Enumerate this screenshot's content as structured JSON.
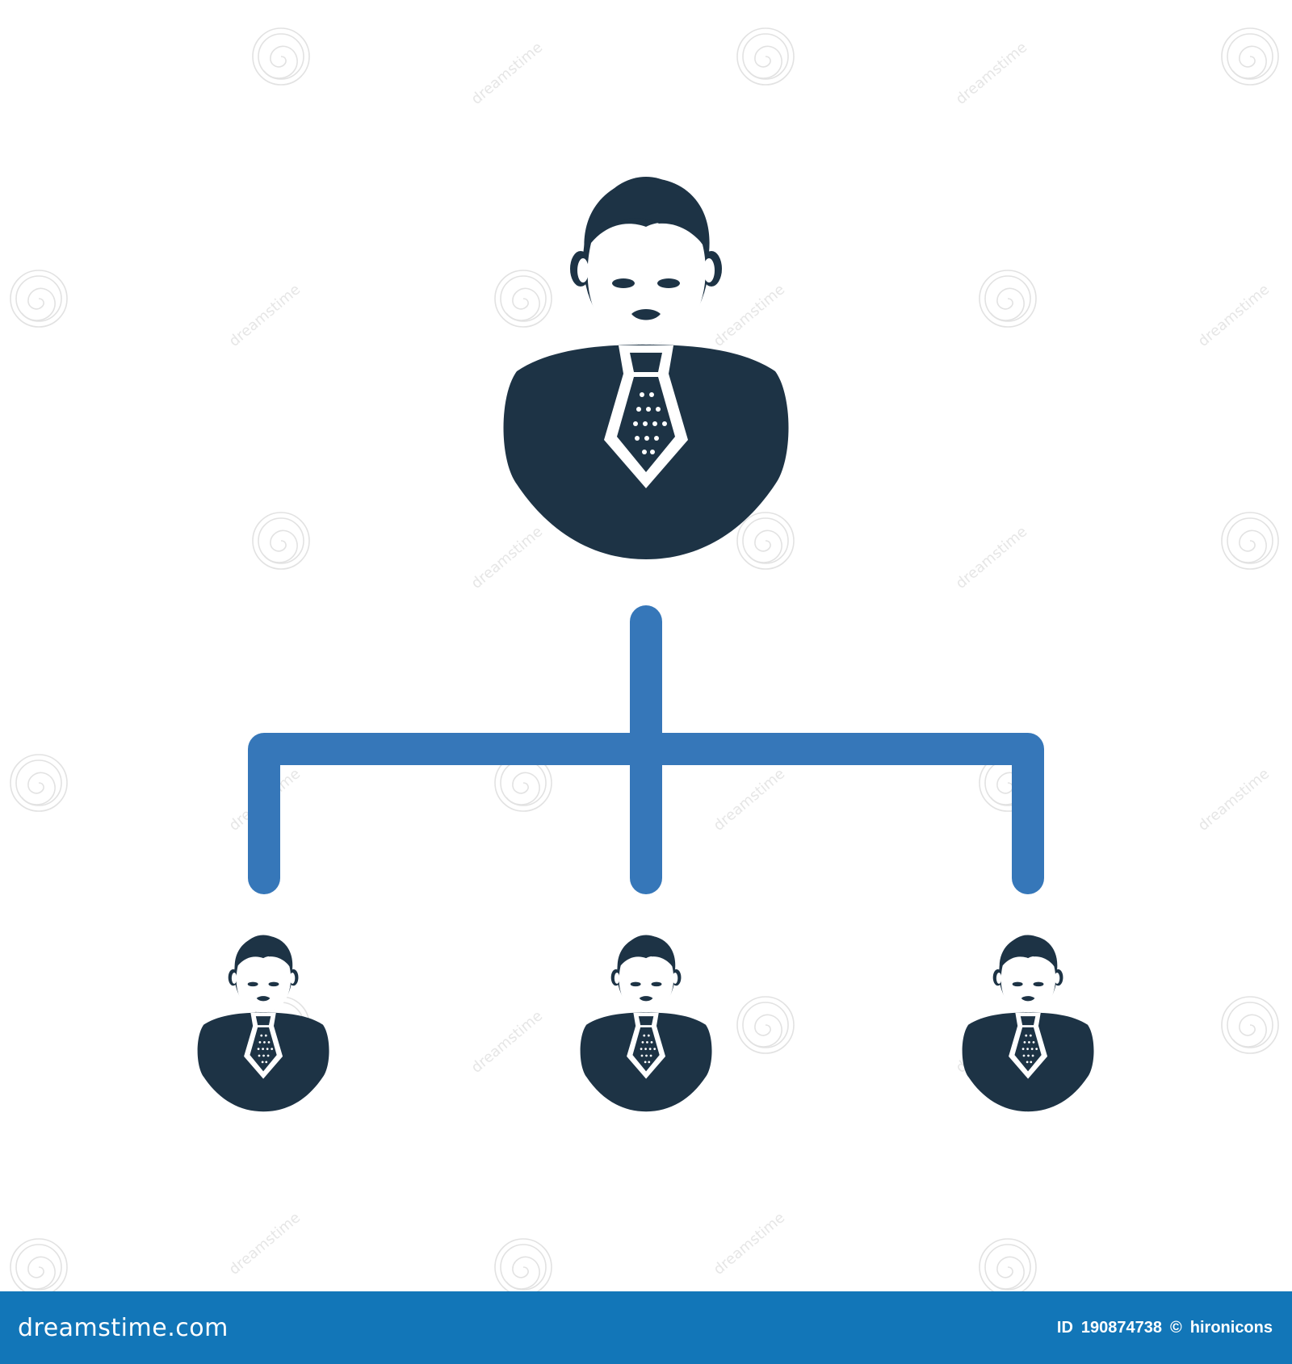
{
  "diagram": {
    "nodes": [
      {
        "id": "manager",
        "role": "top"
      },
      {
        "id": "employee-1",
        "role": "subordinate"
      },
      {
        "id": "employee-2",
        "role": "subordinate"
      },
      {
        "id": "employee-3",
        "role": "subordinate"
      }
    ],
    "edges": [
      {
        "from": "manager",
        "to": "employee-1"
      },
      {
        "from": "manager",
        "to": "employee-2"
      },
      {
        "from": "manager",
        "to": "employee-3"
      }
    ]
  },
  "icons": {
    "person": "businessman-icon",
    "connector": "org-chart-connector"
  },
  "watermark": {
    "text": "dreamstime",
    "icon": "spiral-logo-icon"
  },
  "footer": {
    "brand": "dreamstime.com",
    "id_label": "ID",
    "image_id": "190874738",
    "copyright": "©",
    "author": "hironicons"
  },
  "colors": {
    "figure": "#1d3345",
    "connector": "#3677b9",
    "footer_bg": "#1276b8",
    "footer_text": "#ffffff",
    "background": "#ffffff"
  }
}
